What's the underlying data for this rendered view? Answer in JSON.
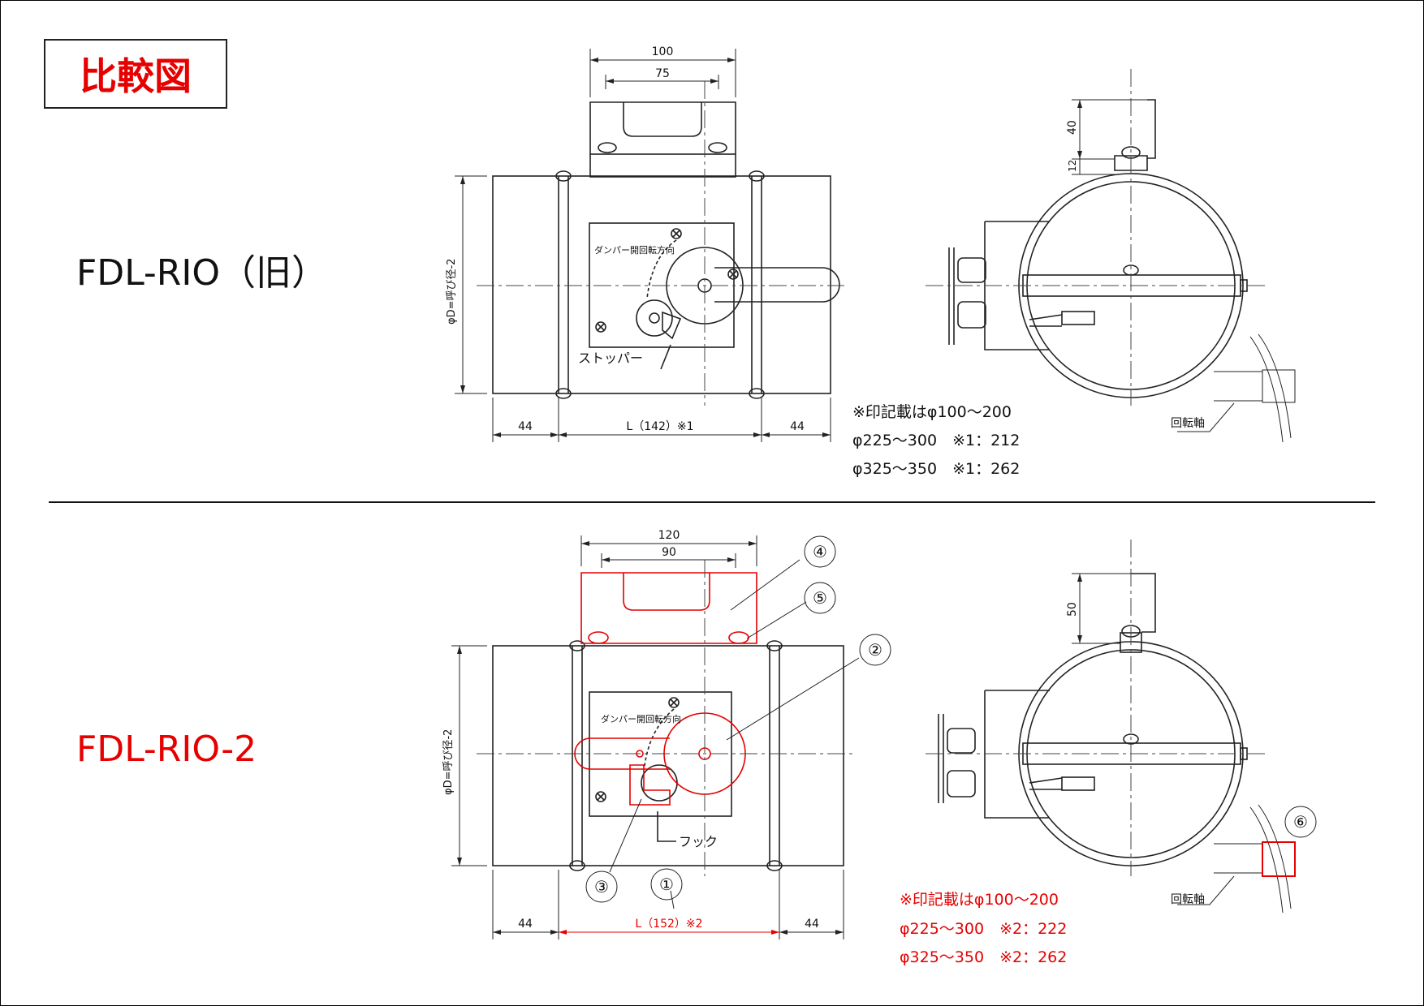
{
  "title": "比較図",
  "models": {
    "old": "FDL-RIO（旧）",
    "new": "FDL-RIO-2"
  },
  "colors": {
    "line": "#222222",
    "highlight": "#e60000"
  },
  "old_drawing": {
    "dim_top_outer": "100",
    "dim_top_inner": "75",
    "dim_diameter": "φD=呼び径-2",
    "direction_label": "ダンパー開回転方向",
    "stopper_label": "ストッパー",
    "dim_left": "44",
    "dim_length": "L（142）※1",
    "dim_right": "44",
    "note_line1": "※印記載はφ100〜200",
    "note_line2": "φ225〜300　※1：212",
    "note_line3": "φ325〜350　※1：262",
    "side_dim_top": "40",
    "side_dim_small": "12",
    "shaft_label": "回転軸"
  },
  "new_drawing": {
    "dim_top_outer": "120",
    "dim_top_inner": "90",
    "dim_diameter": "φD=呼び径-2",
    "direction_label": "ダンパー開回転方向",
    "hook_label": "フック",
    "dim_left": "44",
    "dim_length": "L（152）※2",
    "dim_right": "44",
    "note_line1": "※印記載はφ100〜200",
    "note_line2": "φ225〜300　※2：222",
    "note_line3": "φ325〜350　※2：262",
    "side_dim_top": "50",
    "shaft_label": "回転軸",
    "callouts": [
      "①",
      "②",
      "③",
      "④",
      "⑤",
      "⑥"
    ]
  }
}
